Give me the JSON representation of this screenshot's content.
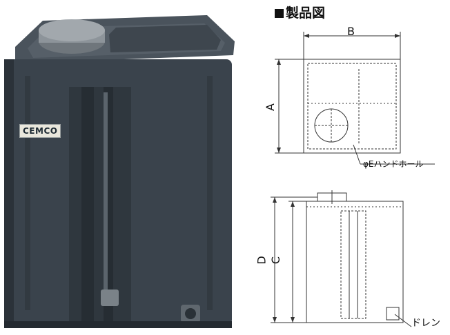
{
  "heading": "製品図",
  "logo_text": "CEMCO",
  "dimensions": {
    "a": "A",
    "b": "B",
    "c": "C",
    "d": "D"
  },
  "notes": {
    "hand_hole": "φEハンドホール",
    "drain": "ドレン"
  },
  "colors": {
    "tank_body": "#3a434c",
    "tank_dark": "#262d33",
    "cap": "#8d949a"
  }
}
